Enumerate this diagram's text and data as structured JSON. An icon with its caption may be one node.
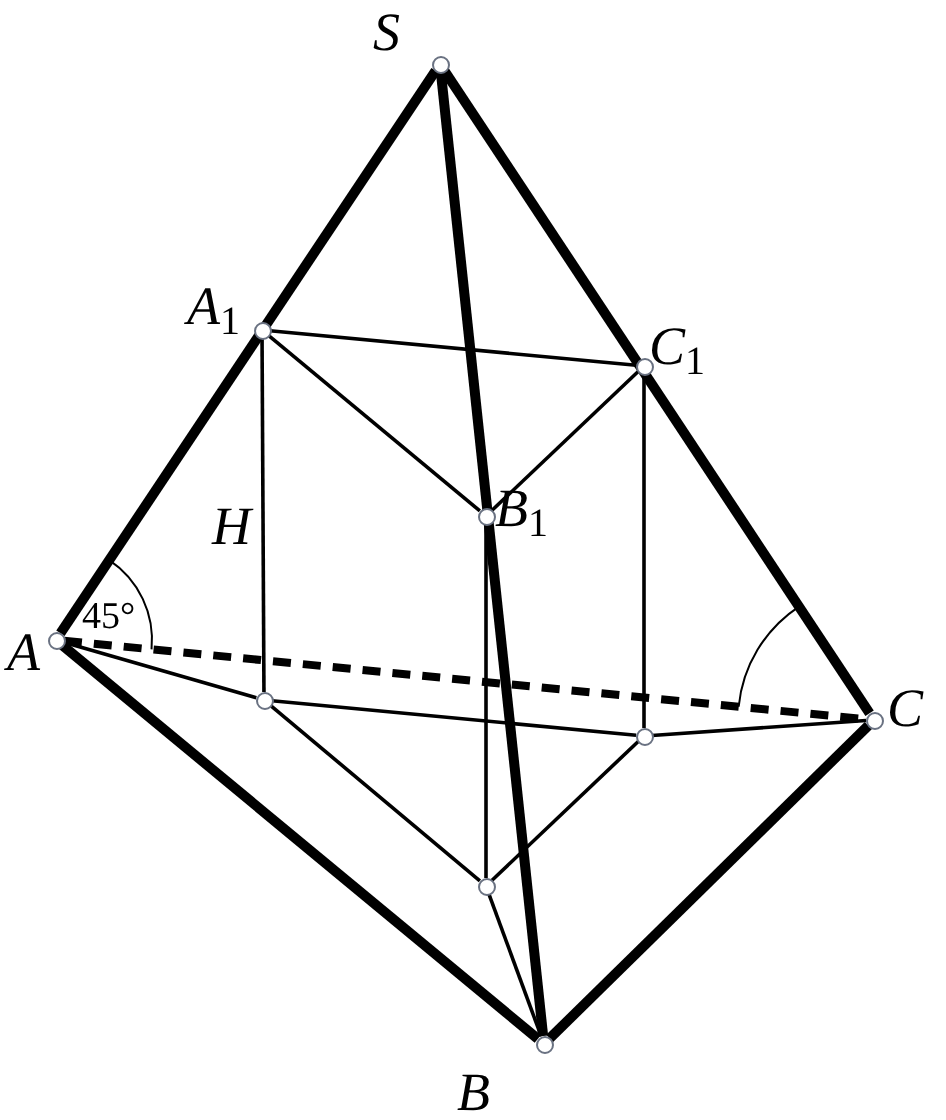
{
  "diagram": {
    "nodes": [
      {
        "text": [
          "S"
        ]
      },
      {
        "text": [
          "A$_{1}$"
        ]
      },
      {
        "text": [
          "C$_{1}$"
        ]
      },
      {
        "text": [
          "B$_{1}$"
        ]
      },
      {
        "text": [
          "A"
        ]
      },
      {
        "text": [
          "C"
        ]
      },
      {
        "text": [
          "B"
        ]
      },
      {
        "text": [],
        "shape": "circle"
      },
      {
        "text": [],
        "shape": "circle"
      },
      {
        "text": [],
        "shape": "circle"
      }
    ],
    "edges": [
      {
        "from": 0,
        "to": 4,
        "arrow": "none",
        "style": "thick"
      },
      {
        "from": 0,
        "to": 5,
        "arrow": "none",
        "style": "thick"
      },
      {
        "from": 0,
        "to": 6,
        "arrow": "none",
        "style": "thick"
      },
      {
        "from": 4,
        "to": 6,
        "arrow": "none",
        "style": "thick"
      },
      {
        "from": 6,
        "to": 5,
        "arrow": "none",
        "style": "thick"
      },
      {
        "from": 4,
        "to": 5,
        "arrow": "none",
        "style": "dashed"
      },
      {
        "from": 1,
        "to": 2,
        "arrow": "none"
      },
      {
        "from": 1,
        "to": 3,
        "arrow": "none"
      },
      {
        "from": 3,
        "to": 2,
        "arrow": "none"
      },
      {
        "from": 1,
        "to": 7,
        "arrow": "none"
      },
      {
        "from": 2,
        "to": 8,
        "arrow": "none"
      },
      {
        "from": 3,
        "to": 9,
        "arrow": "none"
      },
      {
        "from": 7,
        "to": 8,
        "arrow": "none"
      },
      {
        "from": 7,
        "to": 9,
        "arrow": "none"
      },
      {
        "from": 9,
        "to": 8,
        "arrow": "none"
      },
      {
        "from": 4,
        "to": 7,
        "arrow": "none"
      },
      {
        "from": 8,
        "to": 5,
        "arrow": "none"
      },
      {
        "from": 9,
        "to": 6,
        "arrow": "none"
      }
    ],
    "labels": [
      "H",
      "45°"
    ]
  }
}
